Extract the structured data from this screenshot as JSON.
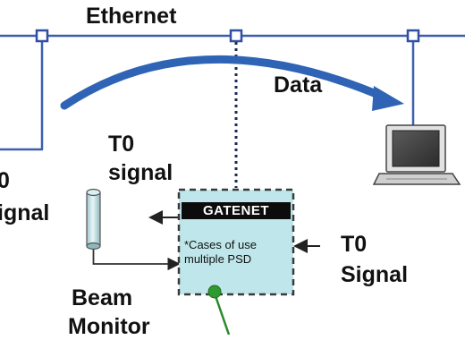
{
  "network": {
    "ethernet_label": "Ethernet",
    "data_label": "Data"
  },
  "signals": {
    "t0_left_line1": "0",
    "t0_left_line2": "ignal",
    "t0_top_line1": "T0",
    "t0_top_line2": "signal",
    "t0_right_line1": "T0",
    "t0_right_line2": "Signal"
  },
  "gatenet": {
    "title": "GATENET",
    "note": "*Cases of use multiple PSD"
  },
  "monitor": {
    "line1": "Beam",
    "line2": "Monitor"
  },
  "colors": {
    "bus_line": "#3b5fb0",
    "node": "#2f4fa0",
    "arrow": "#2f63b5",
    "box_fill": "#bfe6ea",
    "box_border": "#3a3a3a",
    "cable": "#2a8a2a"
  }
}
